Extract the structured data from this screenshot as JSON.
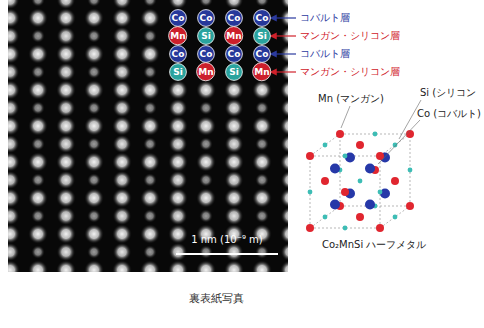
{
  "diagram": {
    "caption": "裏表紙写真",
    "nodes": [
      {
        "text": [
          "Co"
        ]
      },
      {
        "text": [
          "Co"
        ]
      },
      {
        "text": [
          "Co"
        ]
      },
      {
        "text": [
          "Co"
        ]
      },
      {
        "text": [
          "Mn"
        ]
      },
      {
        "text": [
          "Si"
        ]
      },
      {
        "text": [
          "Mn"
        ]
      },
      {
        "text": [
          "Si"
        ]
      },
      {
        "text": [
          "Co"
        ]
      },
      {
        "text": [
          "Co"
        ]
      },
      {
        "text": [
          "Co"
        ]
      },
      {
        "text": [
          "Co"
        ]
      },
      {
        "text": [
          "Si"
        ]
      },
      {
        "text": [
          "Mn"
        ]
      },
      {
        "text": [
          "Si"
        ]
      },
      {
        "text": [
          "Mn"
        ]
      }
    ],
    "labels": [
      "コバルト層",
      "マンガン・シリコン層",
      "コバルト層",
      "マンガン・シリコン層",
      "1 nm (10⁻⁹ m)",
      "Mn (マンガン)",
      "Si (シリコン",
      "Co (コバルト)",
      "Co₂MnSi ハーフメタル"
    ]
  }
}
